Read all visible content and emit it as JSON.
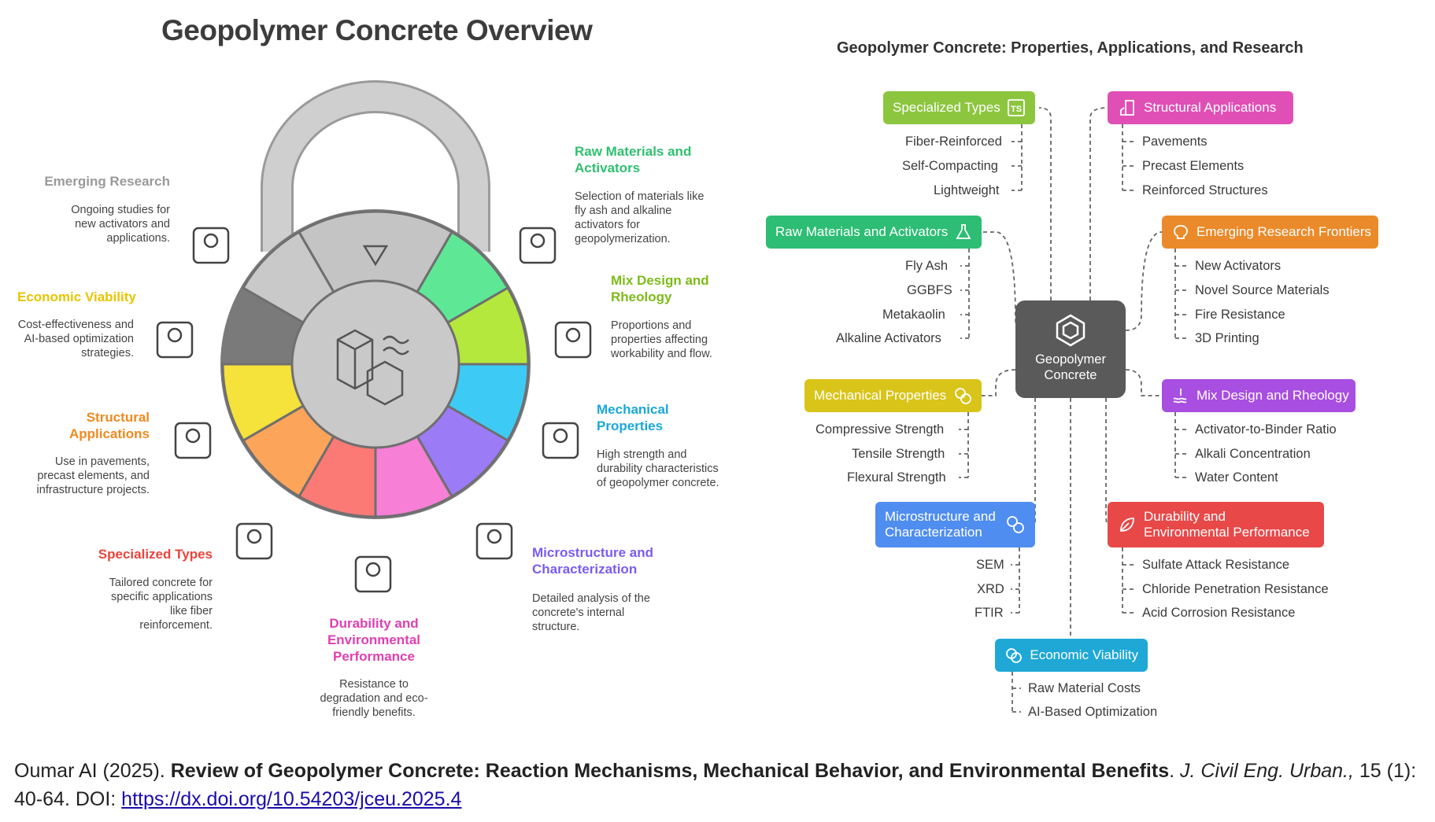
{
  "left": {
    "title": "Geopolymer Concrete Overview",
    "segments": [
      {
        "label": "Raw Materials and Activators",
        "desc": "Selection of materials like fly ash and alkaline activators for geopolymerization.",
        "color": "#2fbf6f",
        "fill": "#5ee896"
      },
      {
        "label": "Mix Design and Rheology",
        "desc": "Proportions and properties affecting workability and flow.",
        "color": "#7dbb19",
        "fill": "#b4e83c"
      },
      {
        "label": "Mechanical Properties",
        "desc": "High strength and durability characteristics of geopolymer concrete.",
        "color": "#1aa8d8",
        "fill": "#3dcbf5"
      },
      {
        "label": "Microstructure and Characterization",
        "desc": "Detailed analysis of the concrete's internal structure.",
        "color": "#7a5cf0",
        "fill": "#9c7bf7"
      },
      {
        "label": "Durability and Environmental Performance",
        "desc": "Resistance to degradation and eco-friendly benefits.",
        "color": "#e03fb0",
        "fill": "#f77fd6"
      },
      {
        "label": "Specialized Types",
        "desc": "Tailored concrete for specific applications like fiber reinforcement.",
        "color": "#e8453c",
        "fill": "#fb7a75"
      },
      {
        "label": "Structural Applications",
        "desc": "Use in pavements, precast elements, and infrastructure projects.",
        "color": "#ee8a1f",
        "fill": "#fba45a"
      },
      {
        "label": "Economic Viability",
        "desc": "Cost-effectiveness and AI-based optimization strategies.",
        "color": "#e8c400",
        "fill": "#f5e23a"
      },
      {
        "label": "Emerging Research",
        "desc": "Ongoing studies for new activators and applications.",
        "color": "#9a9a9a",
        "fill": "#c9c9c9"
      }
    ]
  },
  "right": {
    "title": "Geopolymer Concrete: Properties, Applications, and Research",
    "center": [
      "Geopolymer",
      "Concrete"
    ],
    "nodes": [
      {
        "label": "Specialized Types",
        "color": "#8cc63f",
        "icon": "ts-icon",
        "leaves": [
          "Fiber-Reinforced",
          "Self-Compacting",
          "Lightweight"
        ]
      },
      {
        "label": "Raw Materials and Activators",
        "color": "#2dbd74",
        "icon": "chemistry-icon",
        "leaves": [
          "Fly Ash",
          "GGBFS",
          "Metakaolin",
          "Alkaline Activators"
        ]
      },
      {
        "label": "Mechanical Properties",
        "color": "#d9c41a",
        "icon": "gears-icon",
        "leaves": [
          "Compressive Strength",
          "Tensile Strength",
          "Flexural Strength"
        ]
      },
      {
        "label": "Microstructure and Characterization",
        "color": "#4f8df0",
        "icon": "molecule-icon",
        "leaves": [
          "SEM",
          "XRD",
          "FTIR"
        ]
      },
      {
        "label": "Economic Viability",
        "color": "#1fa8d6",
        "icon": "money-icon",
        "leaves": [
          "Raw Material Costs",
          "AI-Based Optimization"
        ]
      },
      {
        "label": "Structural Applications",
        "color": "#e04fb5",
        "icon": "building-icon",
        "leaves": [
          "Pavements",
          "Precast Elements",
          "Reinforced Structures"
        ]
      },
      {
        "label": "Emerging Research Frontiers",
        "color": "#ea8a2a",
        "icon": "brain-icon",
        "leaves": [
          "New Activators",
          "Novel Source Materials",
          "Fire Resistance",
          "3D Printing"
        ]
      },
      {
        "label": "Mix Design and Rheology",
        "color": "#a84ee0",
        "icon": "mixer-icon",
        "leaves": [
          "Activator-to-Binder Ratio",
          "Alkali Concentration",
          "Water Content"
        ]
      },
      {
        "label": "Durability and Environmental Performance",
        "color": "#e84848",
        "icon": "leaf-icon",
        "leaves": [
          "Sulfate Attack Resistance",
          "Chloride Penetration Resistance",
          "Acid Corrosion Resistance"
        ]
      }
    ]
  },
  "footer": {
    "author": "Oumar AI (2025). ",
    "title": "Review of Geopolymer Concrete: Reaction Mechanisms, Mechanical Behavior, and Environmental Benefits",
    "sep": ". ",
    "journal": "J. Civil Eng. Urban.,",
    "rest": " 15 (1): 40-64. DOI: ",
    "doi": "https://dx.doi.org/10.54203/jceu.2025.4"
  }
}
